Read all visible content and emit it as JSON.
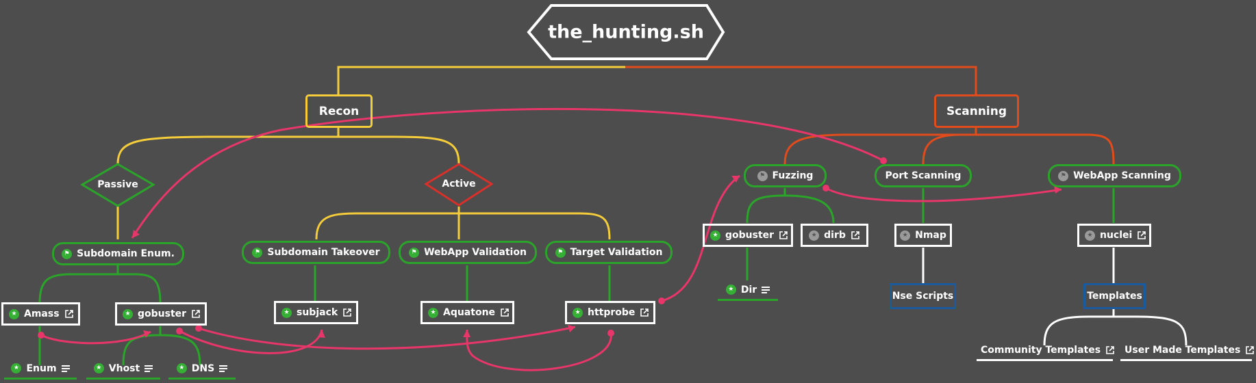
{
  "root": {
    "title": "the_hunting.sh"
  },
  "branches": {
    "recon": {
      "label": "Recon"
    },
    "scanning": {
      "label": "Scanning"
    }
  },
  "recon": {
    "passive": {
      "label": "Passive"
    },
    "active": {
      "label": "Active"
    },
    "subdomain_enum": {
      "label": "Subdomain Enum."
    },
    "amass": {
      "label": "Amass"
    },
    "gobuster": {
      "label": "gobuster"
    },
    "enum": {
      "label": "Enum"
    },
    "vhost": {
      "label": "Vhost"
    },
    "dns": {
      "label": "DNS"
    },
    "subdomain_takeover": {
      "label": "Subdomain Takeover"
    },
    "webapp_validation": {
      "label": "WebApp Validation"
    },
    "target_validation": {
      "label": "Target Validation"
    },
    "subjack": {
      "label": "subjack"
    },
    "aquatone": {
      "label": "Aquatone"
    },
    "httprobe": {
      "label": "httprobe"
    }
  },
  "scanning": {
    "fuzzing": {
      "label": "Fuzzing"
    },
    "port_scanning": {
      "label": "Port Scanning"
    },
    "webapp_scanning": {
      "label": "WebApp Scanning"
    },
    "gobuster": {
      "label": "gobuster"
    },
    "dirb": {
      "label": "dirb"
    },
    "dir": {
      "label": "Dir"
    },
    "nmap": {
      "label": "Nmap"
    },
    "nse_scripts": {
      "label": "Nse Scripts"
    },
    "nuclei": {
      "label": "nuclei"
    },
    "templates": {
      "label": "Templates"
    },
    "community_templates": {
      "label": "Community Templates"
    },
    "user_made_templates": {
      "label": "User Made Templates"
    }
  },
  "icons": {
    "star": "star-icon",
    "flag": "flag-icon",
    "external_link": "external-link-icon",
    "notes": "notes-icon"
  },
  "colors": {
    "background": "#4d4d4d",
    "recon": "#f5cd3a",
    "scanning": "#e24b1b",
    "leaf": "#2aa52a",
    "relation": "#e8366a",
    "link": "#ffffff",
    "note_box": "#1c5aa0"
  }
}
